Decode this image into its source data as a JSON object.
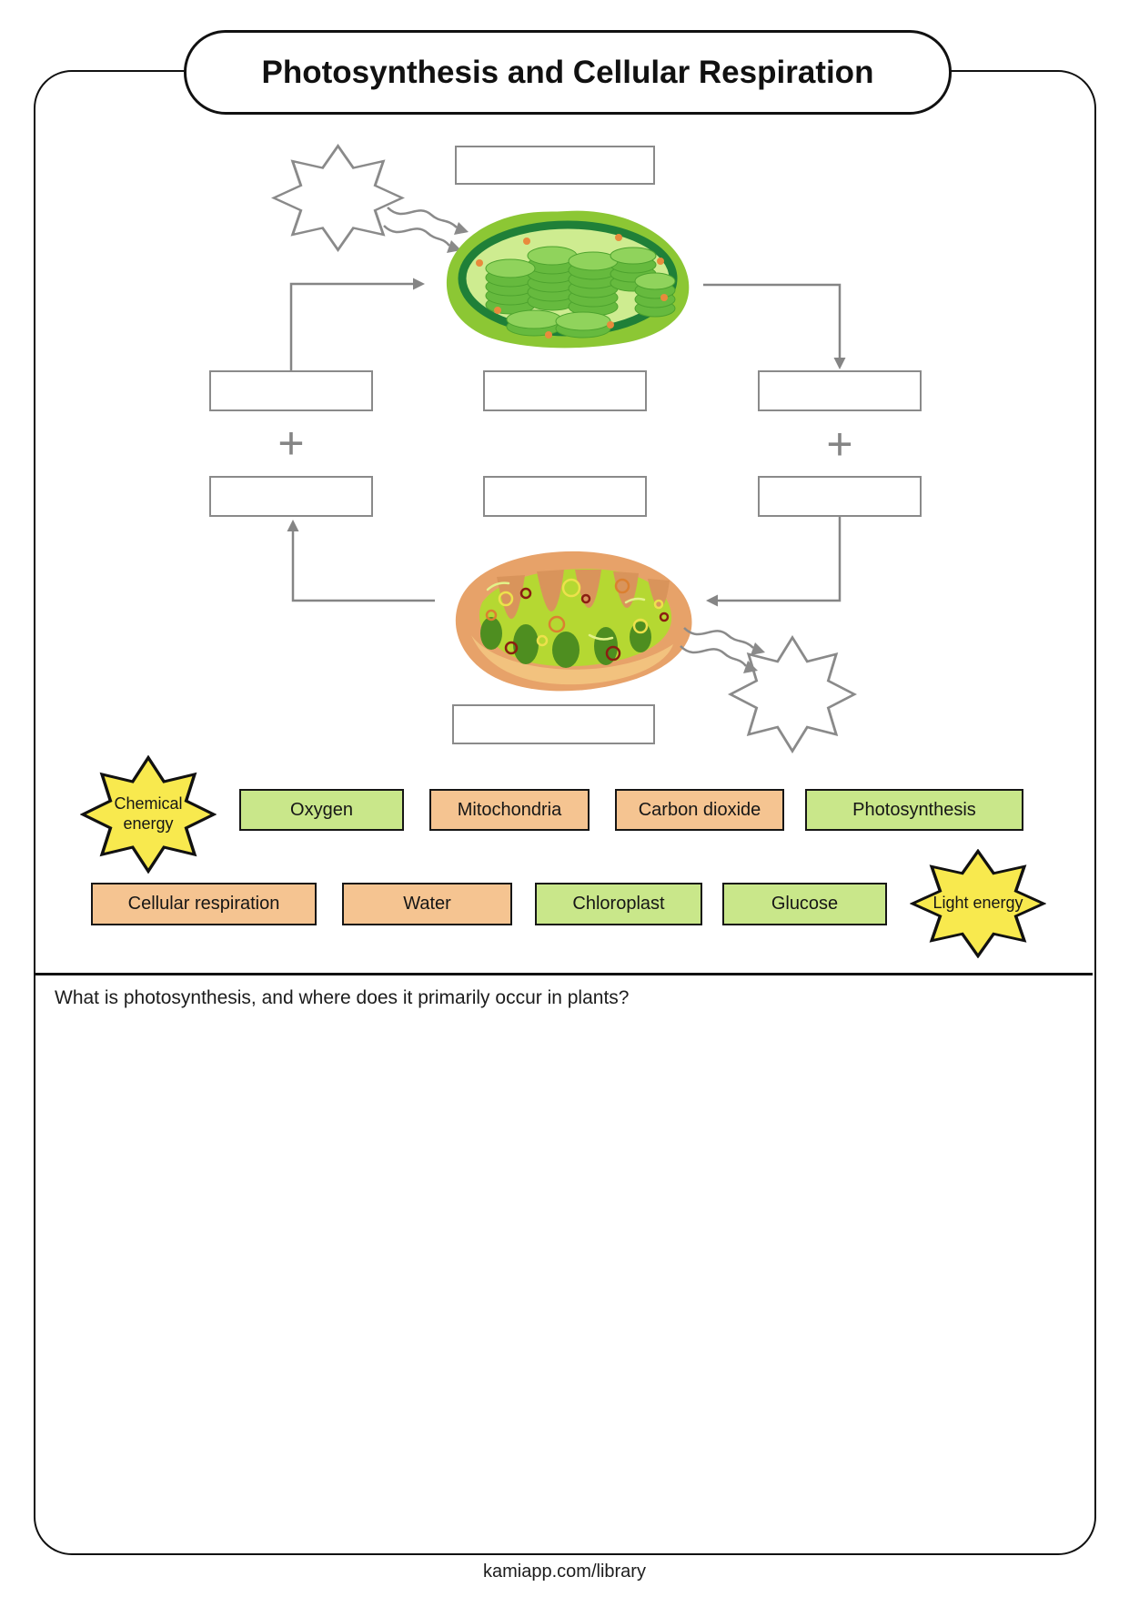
{
  "header": {
    "title": "Photosynthesis and Cellular Respiration"
  },
  "diagram": {
    "plus_sign": "+"
  },
  "word_bank": {
    "energy_stars": [
      {
        "label": "Chemical energy"
      },
      {
        "label": "Light energy"
      }
    ],
    "terms": [
      {
        "label": "Oxygen",
        "color": "term_green"
      },
      {
        "label": "Mitochondria",
        "color": "term_orange"
      },
      {
        "label": "Carbon dioxide",
        "color": "term_orange"
      },
      {
        "label": "Photosynthesis",
        "color": "term_green"
      },
      {
        "label": "Cellular respiration",
        "color": "term_orange"
      },
      {
        "label": "Water",
        "color": "term_orange"
      },
      {
        "label": "Chloroplast",
        "color": "term_green"
      },
      {
        "label": "Glucose",
        "color": "term_green"
      }
    ]
  },
  "question": {
    "prompt": "What is photosynthesis, and where does it primarily occur in plants?"
  },
  "footer": {
    "url": "kamiapp.com/library"
  },
  "colors": {
    "term_green": "#C9E78A",
    "term_orange": "#F5C491",
    "star_yellow": "#F8E94E",
    "diagram_gray": "#858585",
    "chloroplast_green": "#8CC734",
    "mitochondria_orange": "#E7A269"
  }
}
